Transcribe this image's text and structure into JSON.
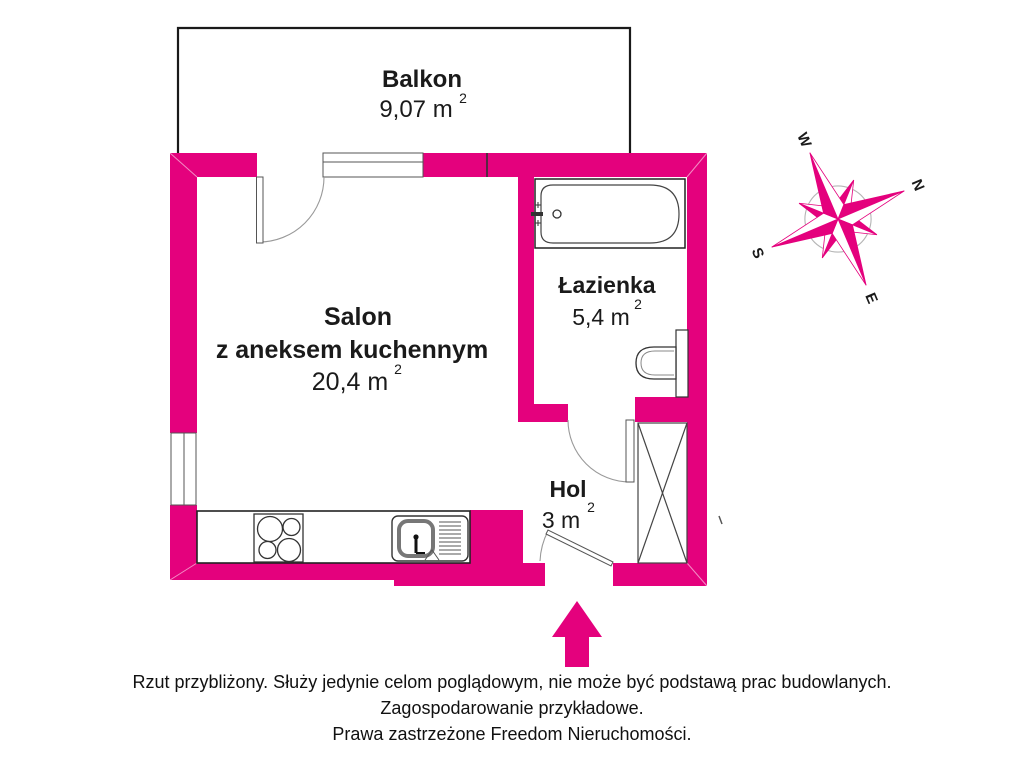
{
  "colors": {
    "brand": "#e4017d"
  },
  "plan": {
    "balcony": {
      "name": "Balkon",
      "area": "9,07 m",
      "sup": "2"
    },
    "salon": {
      "name": "Salon",
      "name2": "z aneksem kuchennym",
      "area": "20,4 m",
      "sup": "2"
    },
    "bathroom": {
      "name": "Łazienka",
      "area": "5,4 m",
      "sup": "2"
    },
    "hall": {
      "name": "Hol",
      "area": "3 m",
      "sup": "2"
    }
  },
  "compass": {
    "n": "N",
    "e": "E",
    "s": "S",
    "w": "W"
  },
  "disclaimer": [
    "Rzut przybliżony. Służy jedynie celom poglądowym, nie może być podstawą prac budowlanych.",
    "Zagospodarowanie przykładowe.",
    "Prawa zastrzeżone Freedom Nieruchomości."
  ]
}
